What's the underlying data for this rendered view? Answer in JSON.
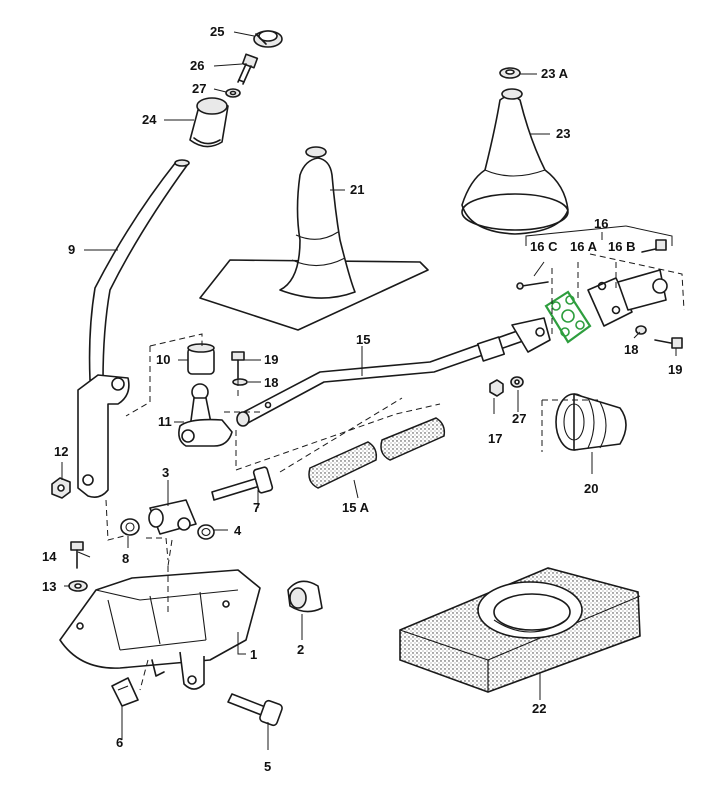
{
  "labels": {
    "p1": "1",
    "p2": "2",
    "p3": "3",
    "p4": "4",
    "p5": "5",
    "p6": "6",
    "p7": "7",
    "p8": "8",
    "p9": "9",
    "p10": "10",
    "p11": "11",
    "p12": "12",
    "p13": "13",
    "p14": "14",
    "p15": "15",
    "p15a": "15 A",
    "p16": "16",
    "p16a": "16 A",
    "p16b": "16 B",
    "p16c": "16 C",
    "p17": "17",
    "p18a": "18",
    "p18b": "18",
    "p19a": "19",
    "p19b": "19",
    "p20": "20",
    "p21": "21",
    "p22": "22",
    "p23": "23",
    "p23a": "23 A",
    "p24": "24",
    "p25": "25",
    "p26": "26",
    "p27a": "27",
    "p27b": "27"
  },
  "colors": {
    "highlight": "#2e9e3e",
    "ink": "#1a1a1a"
  }
}
